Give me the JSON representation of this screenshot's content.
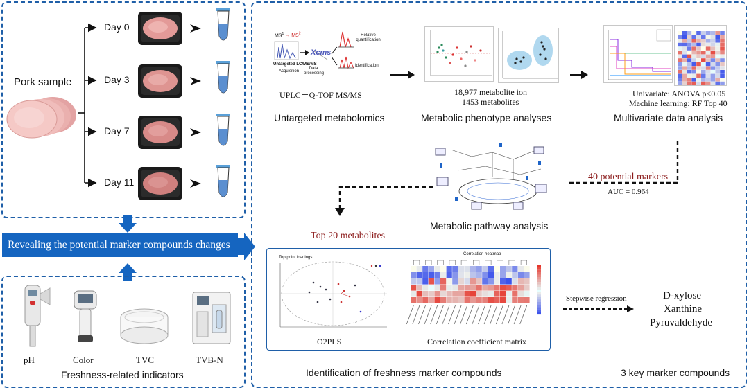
{
  "left": {
    "sample_label": "Pork sample",
    "days": [
      "Day 0",
      "Day 3",
      "Day 7",
      "Day 11"
    ],
    "banner": "Revealing the potential marker compounds changes",
    "indicators": [
      "pH",
      "Color",
      "TVC",
      "TVB-N"
    ],
    "indicators_title": "Freshness-related indicators"
  },
  "untargeted": {
    "ms_label": "MS",
    "ms2_label": "MS",
    "lcms_label": "Untargeted LC/MS/MS",
    "acquisition": "Acquisition",
    "data_processing": "Data processing",
    "xcms": "Xcms",
    "relative_quant": "Relative quantification",
    "identification": "Identification",
    "method": "UPLC－Q-TOF MS/MS",
    "title": "Untargeted metabolomics"
  },
  "phenotype": {
    "stats_line1": "18,977 metabolite ion",
    "stats_line2": "1453 metabolites",
    "title": "Metabolic phenotype analyses"
  },
  "multivariate": {
    "line1": "Univariate: ANOVA p<0.05",
    "line2": "Machine learning: RF Top 40",
    "title": "Multivariate data analysis"
  },
  "pathway": {
    "markers": "40 potential markers",
    "auc": "AUC = 0.964",
    "title": "Metabolic pathway analysis"
  },
  "identification": {
    "top20": "Top 20 metabolites",
    "o2pls_plot_title": "Top point loadings",
    "o2pls": "O2PLS",
    "heatmap_title": "Correlation heatmap",
    "ccm": "Correlation coefficient matrix",
    "stepwise": "Stepwise regression",
    "compounds": [
      "D-xylose",
      "Xanthine",
      "Pyruvaldehyde"
    ],
    "title": "Identification of freshness marker compounds",
    "key_title": "3 key marker compounds"
  },
  "colors": {
    "frame": "#1f5fa8",
    "banner": "#1565c0",
    "marker_text": "#8b1a1a",
    "meat": "#d98a8a",
    "tray": "#1a1a1a"
  }
}
